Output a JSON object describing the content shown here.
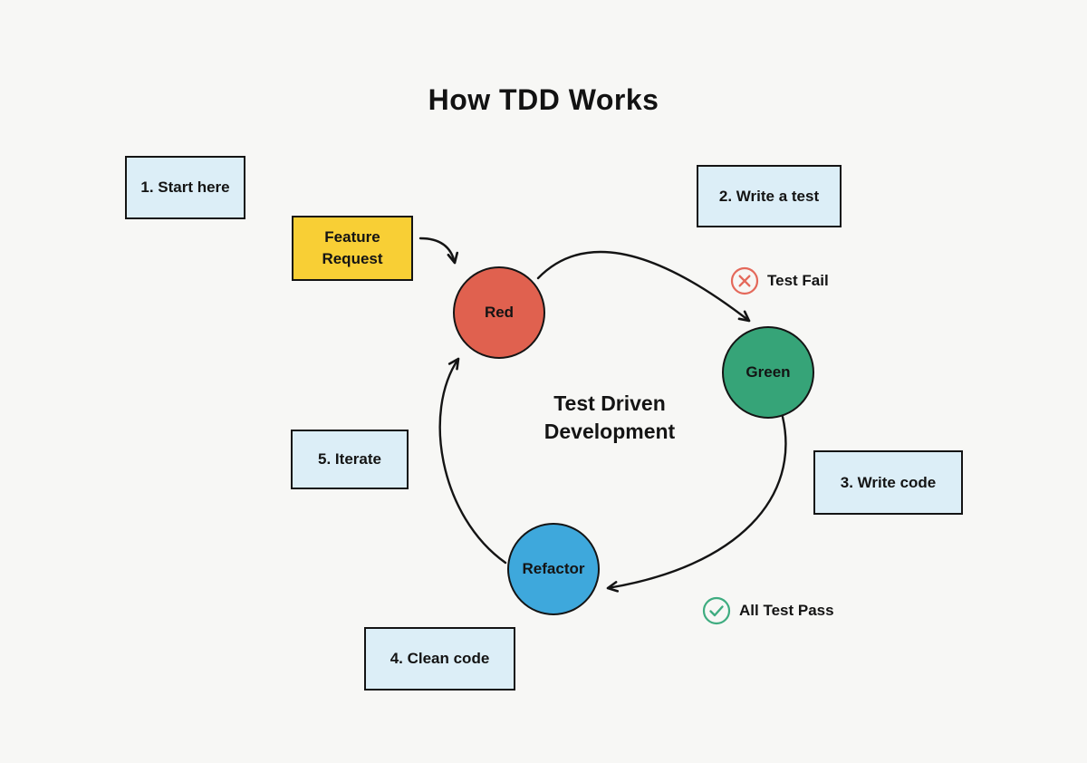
{
  "title": "How TDD Works",
  "steps": [
    {
      "label": "1. Start here"
    },
    {
      "label": "2. Write a test"
    },
    {
      "label": "3. Write code"
    },
    {
      "label": "4. Clean code"
    },
    {
      "label": "5. Iterate"
    }
  ],
  "feature_request": {
    "label": "Feature Request"
  },
  "cycle": {
    "center_label": "Test Driven Development",
    "nodes": [
      {
        "label": "Red",
        "color": "#e0614f"
      },
      {
        "label": "Green",
        "color": "#36a478"
      },
      {
        "label": "Refactor",
        "color": "#3ea8dc"
      }
    ]
  },
  "annotations": {
    "fail": {
      "label": "Test Fail",
      "icon": "x-circle-icon",
      "color": "#e4695b"
    },
    "pass": {
      "label": "All Test Pass",
      "icon": "check-circle-icon",
      "color": "#3fac80"
    }
  },
  "colors": {
    "background": "#f7f7f5",
    "step_box_fill": "#dceef7",
    "feature_box_fill": "#f8cf35",
    "outline": "#141414",
    "arrow": "#141414"
  }
}
